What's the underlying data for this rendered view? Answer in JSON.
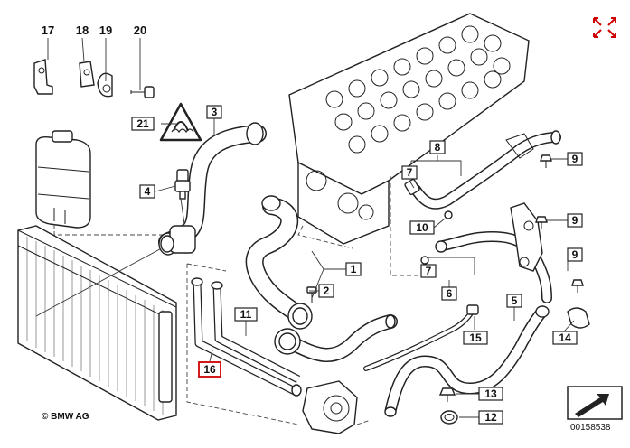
{
  "callouts": {
    "c1": "1",
    "c2": "2",
    "c3": "3",
    "c4": "4",
    "c5": "5",
    "c6": "6",
    "c7a": "7",
    "c7b": "7",
    "c8": "8",
    "c9a": "9",
    "c9b": "9",
    "c9c": "9",
    "c10": "10",
    "c11": "11",
    "c12": "12",
    "c13": "13",
    "c14": "14",
    "c15": "15",
    "c16": "16",
    "c17": "17",
    "c18": "18",
    "c19": "19",
    "c20": "20",
    "c21": "21"
  },
  "copyright": "© BMW AG",
  "diagram_id": "00158538",
  "colors": {
    "highlight": "#d00000",
    "line": "#222222"
  },
  "icons": {
    "expand": "expand-arrows-icon",
    "navigate": "next-arrow-icon"
  }
}
